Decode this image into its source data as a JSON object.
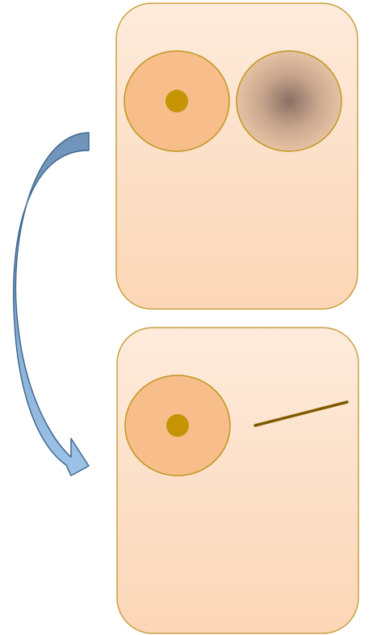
{
  "diagram": {
    "panels": [
      {
        "name": "top-panel",
        "elements": [
          "circle-with-dot",
          "blurred-dark-circle"
        ]
      },
      {
        "name": "bottom-panel",
        "elements": [
          "circle-with-dot",
          "line-segment"
        ]
      }
    ],
    "arrow": {
      "from": "top-panel",
      "to": "bottom-panel",
      "color": "#6f93b8",
      "color_light": "#9cc3e8",
      "outline": "#41688e"
    },
    "colors": {
      "panel_fill_top": "#fdebdc",
      "panel_fill_bottom": "#fcd6b6",
      "panel_stroke": "#c9a040",
      "circle_fill": "#f7bd8b",
      "circle_stroke": "#c0961e",
      "dot": "#c49404",
      "blur_center": "#8a7064",
      "blur_edge": "#e6c2a4",
      "line": "#7e5a00"
    }
  }
}
